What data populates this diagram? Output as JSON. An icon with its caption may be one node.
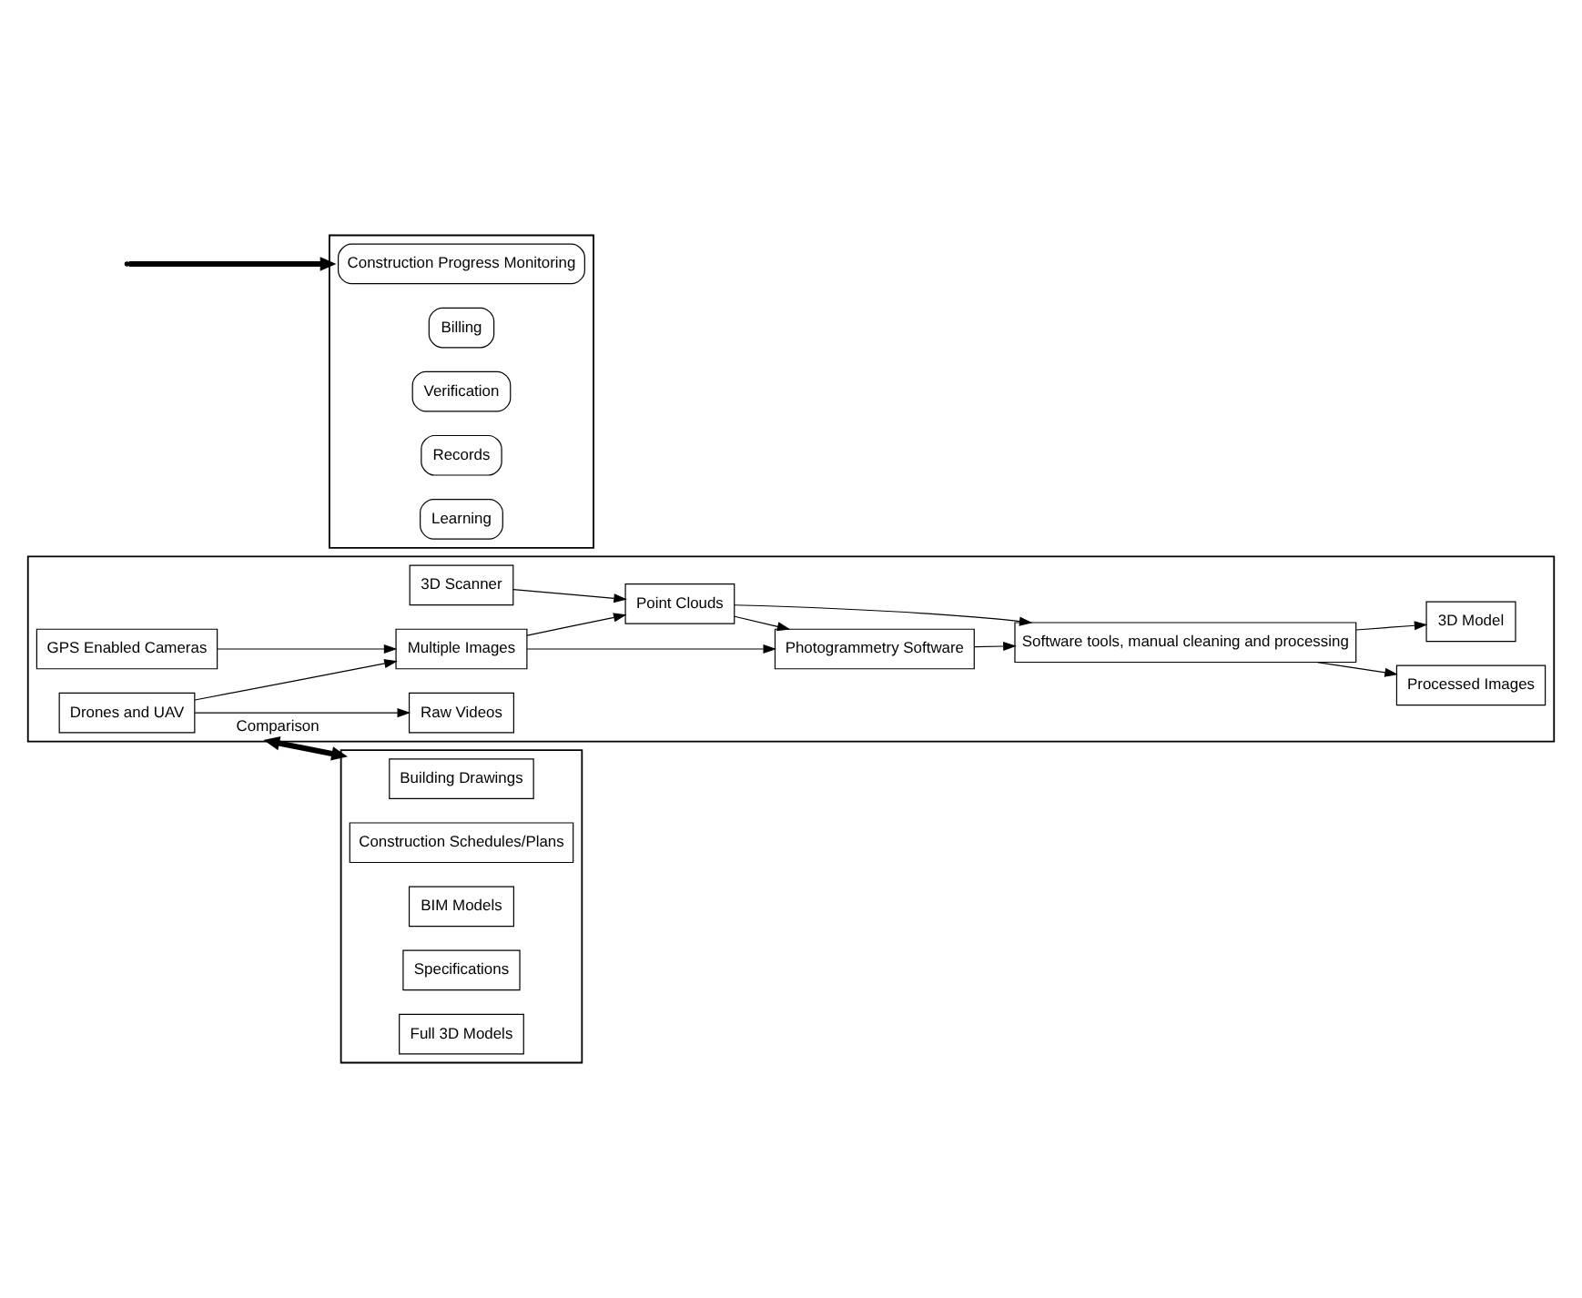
{
  "diagram": {
    "nodes": [
      {
        "text": [],
        "shape": "box"
      },
      {
        "text": [
          "Drones and UAV"
        ],
        "in": 0
      },
      {
        "text": [
          "GPS Enabled Cameras"
        ],
        "in": 0
      },
      {
        "text": [
          "3D Scanner"
        ],
        "in": 0
      },
      {
        "text": [
          "Multiple Images"
        ],
        "in": 0
      },
      {
        "text": [
          "Photogrammetry Software"
        ],
        "in": 0
      },
      {
        "text": [
          "Point Clouds"
        ],
        "in": 0
      },
      {
        "text": [
          "Software tools, manual cleaning and processing"
        ],
        "in": 0
      },
      {
        "text": [
          "Raw Videos"
        ],
        "in": 0
      },
      {
        "text": [
          "Processed Images"
        ],
        "in": 0
      },
      {
        "text": [
          "3D Model"
        ],
        "in": 0
      },
      {
        "text": [],
        "shape": "box"
      },
      {
        "text": [
          "Building Drawings"
        ],
        "in": 11
      },
      {
        "text": [
          "Construction Schedules/Plans"
        ],
        "in": 11
      },
      {
        "text": [
          "BIM Models"
        ],
        "in": 11
      },
      {
        "text": [
          "Specifications"
        ],
        "in": 11
      },
      {
        "text": [
          "Full 3D Models"
        ],
        "in": 11
      },
      {
        "text": [],
        "shape": "box"
      },
      {
        "text": [
          "Construction Progress Monitoring"
        ],
        "in": 17
      },
      {
        "text": [
          "Billing"
        ],
        "in": 17
      },
      {
        "text": [
          "Verification"
        ],
        "in": 17
      },
      {
        "text": [
          "Records"
        ],
        "in": 17
      },
      {
        "text": [
          "Learning"
        ],
        "in": 17
      }
    ],
    "edges": [
      {
        "from": 1,
        "to": 8,
        "arrow": "to"
      },
      {
        "from": 1,
        "to": 4,
        "arrow": "to"
      },
      {
        "from": 2,
        "to": 4,
        "arrow": "to"
      },
      {
        "from": 3,
        "to": 6,
        "arrow": "to"
      },
      {
        "from": 4,
        "to": 5,
        "arrow": "to"
      },
      {
        "from": 4,
        "to": 6,
        "arrow": "to"
      },
      {
        "from": 6,
        "to": 5,
        "arrow": "to"
      },
      {
        "from": 5,
        "to": 7,
        "arrow": "to"
      },
      {
        "from": 6,
        "to": 7,
        "arrow": "to"
      },
      {
        "from": 7,
        "to": 9,
        "arrow": "to"
      },
      {
        "from": 7,
        "to": 10,
        "arrow": "to"
      },
      {
        "from": 0,
        "to": 11,
        "arrow": "both",
        "label": "Comparison",
        "style": "thick"
      },
      {
        "from": null,
        "to": 17,
        "arrow": "to",
        "style": "thick"
      }
    ]
  }
}
